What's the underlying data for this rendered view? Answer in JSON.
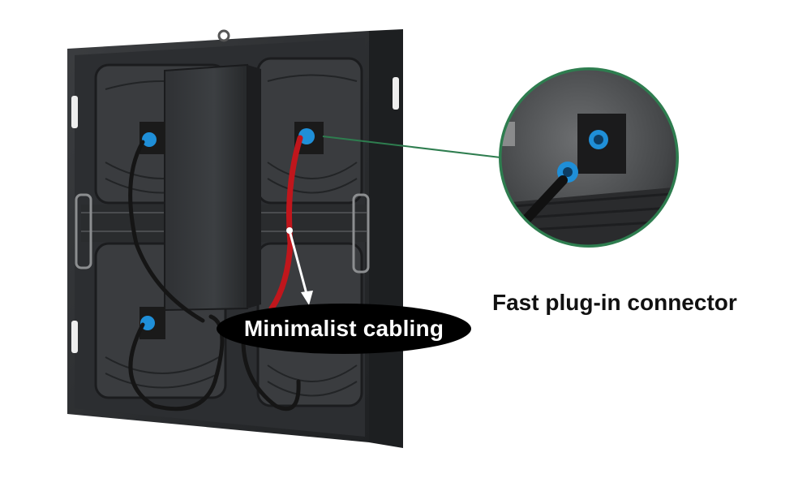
{
  "labels": {
    "cabling_callout": "Minimalist cabling",
    "connector_caption": "Fast plug-in connector"
  },
  "colors": {
    "cabinet_frame": "#2a2c2e",
    "panel_fill": "#3a3c3f",
    "power_cable": "#c0161c",
    "connector_blue": "#1f8fd8",
    "leader_line": "#2e7d4f",
    "callout_background": "#000000",
    "callout_text": "#ffffff",
    "caption_text": "#111111"
  },
  "icons": {
    "connector": "circular-plug-connector",
    "arrow": "white-pointer-arrow"
  }
}
